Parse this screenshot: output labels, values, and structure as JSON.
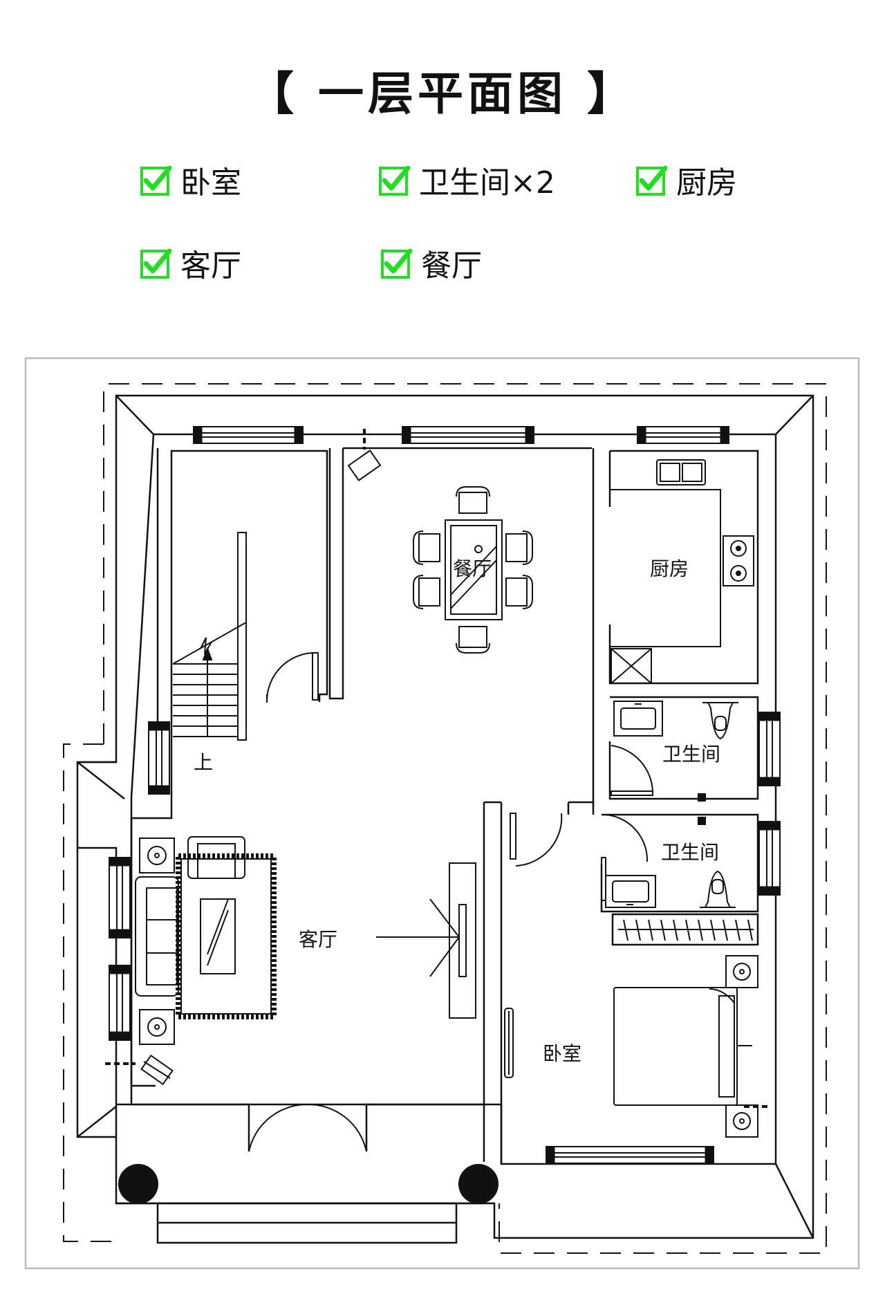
{
  "title": "【  一层平面图  】",
  "room_list": [
    {
      "label": "卧室"
    },
    {
      "label": "卫生间×2"
    },
    {
      "label": "厨房"
    },
    {
      "label": "客厅"
    },
    {
      "label": "餐厅"
    }
  ],
  "plan_labels": {
    "dining": "餐厅",
    "kitchen": "厨房",
    "bath1": "卫生间",
    "bath2": "卫生间",
    "living": "客厅",
    "bedroom": "卧室",
    "stairs_up": "上"
  },
  "colors": {
    "check_green": "#22dd22",
    "line": "#111111",
    "frame": "#bbbbbb"
  }
}
